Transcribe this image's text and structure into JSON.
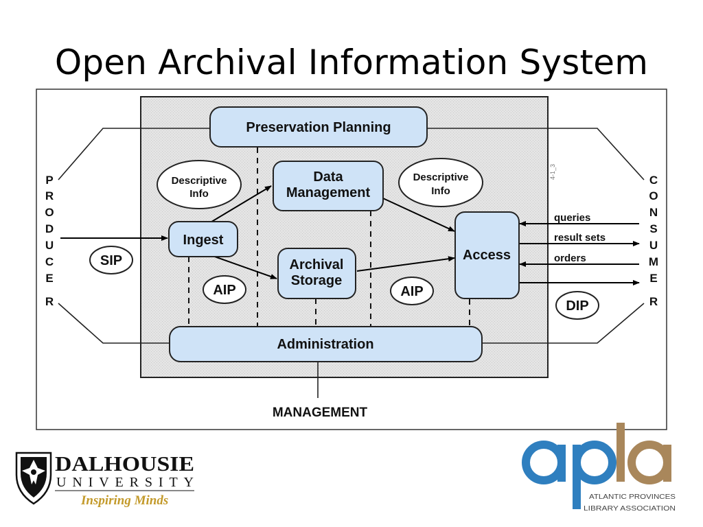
{
  "slide": {
    "title": "Open Archival Information System"
  },
  "diagram": {
    "boxes": {
      "preservation_planning": "Preservation Planning",
      "data_management": [
        "Data",
        "Management"
      ],
      "ingest": "Ingest",
      "archival_storage": [
        "Archival",
        "Storage"
      ],
      "access": "Access",
      "administration": "Administration"
    },
    "ovals": {
      "descriptive_info_left": [
        "Descriptive",
        "Info"
      ],
      "descriptive_info_right": [
        "Descriptive",
        "Info"
      ],
      "sip": "SIP",
      "aip_left": "AIP",
      "aip_right": "AIP",
      "dip": "DIP"
    },
    "producer_letters": [
      "P",
      "R",
      "O",
      "D",
      "U",
      "C",
      "E",
      "R"
    ],
    "consumer_letters": [
      "C",
      "O",
      "N",
      "S",
      "U",
      "M",
      "E",
      "R"
    ],
    "flows": {
      "queries": "queries",
      "result_sets": "result sets",
      "orders": "orders"
    },
    "management": "MANAGEMENT",
    "figure_id": "4-1_3"
  },
  "logos": {
    "dalhousie": {
      "line1": "DALHOUSIE",
      "line2": "UNIVERSITY",
      "tagline": "Inspiring Minds"
    },
    "apla": {
      "mark": "apla",
      "line1": "ATLANTIC PROVINCES",
      "line2": "LIBRARY ASSOCIATION"
    }
  },
  "colors": {
    "box_fill": "#cfe3f7",
    "apla_blue": "#2f7fbf",
    "apla_brown": "#a9875b",
    "dal_gold": "#c39a2b"
  }
}
